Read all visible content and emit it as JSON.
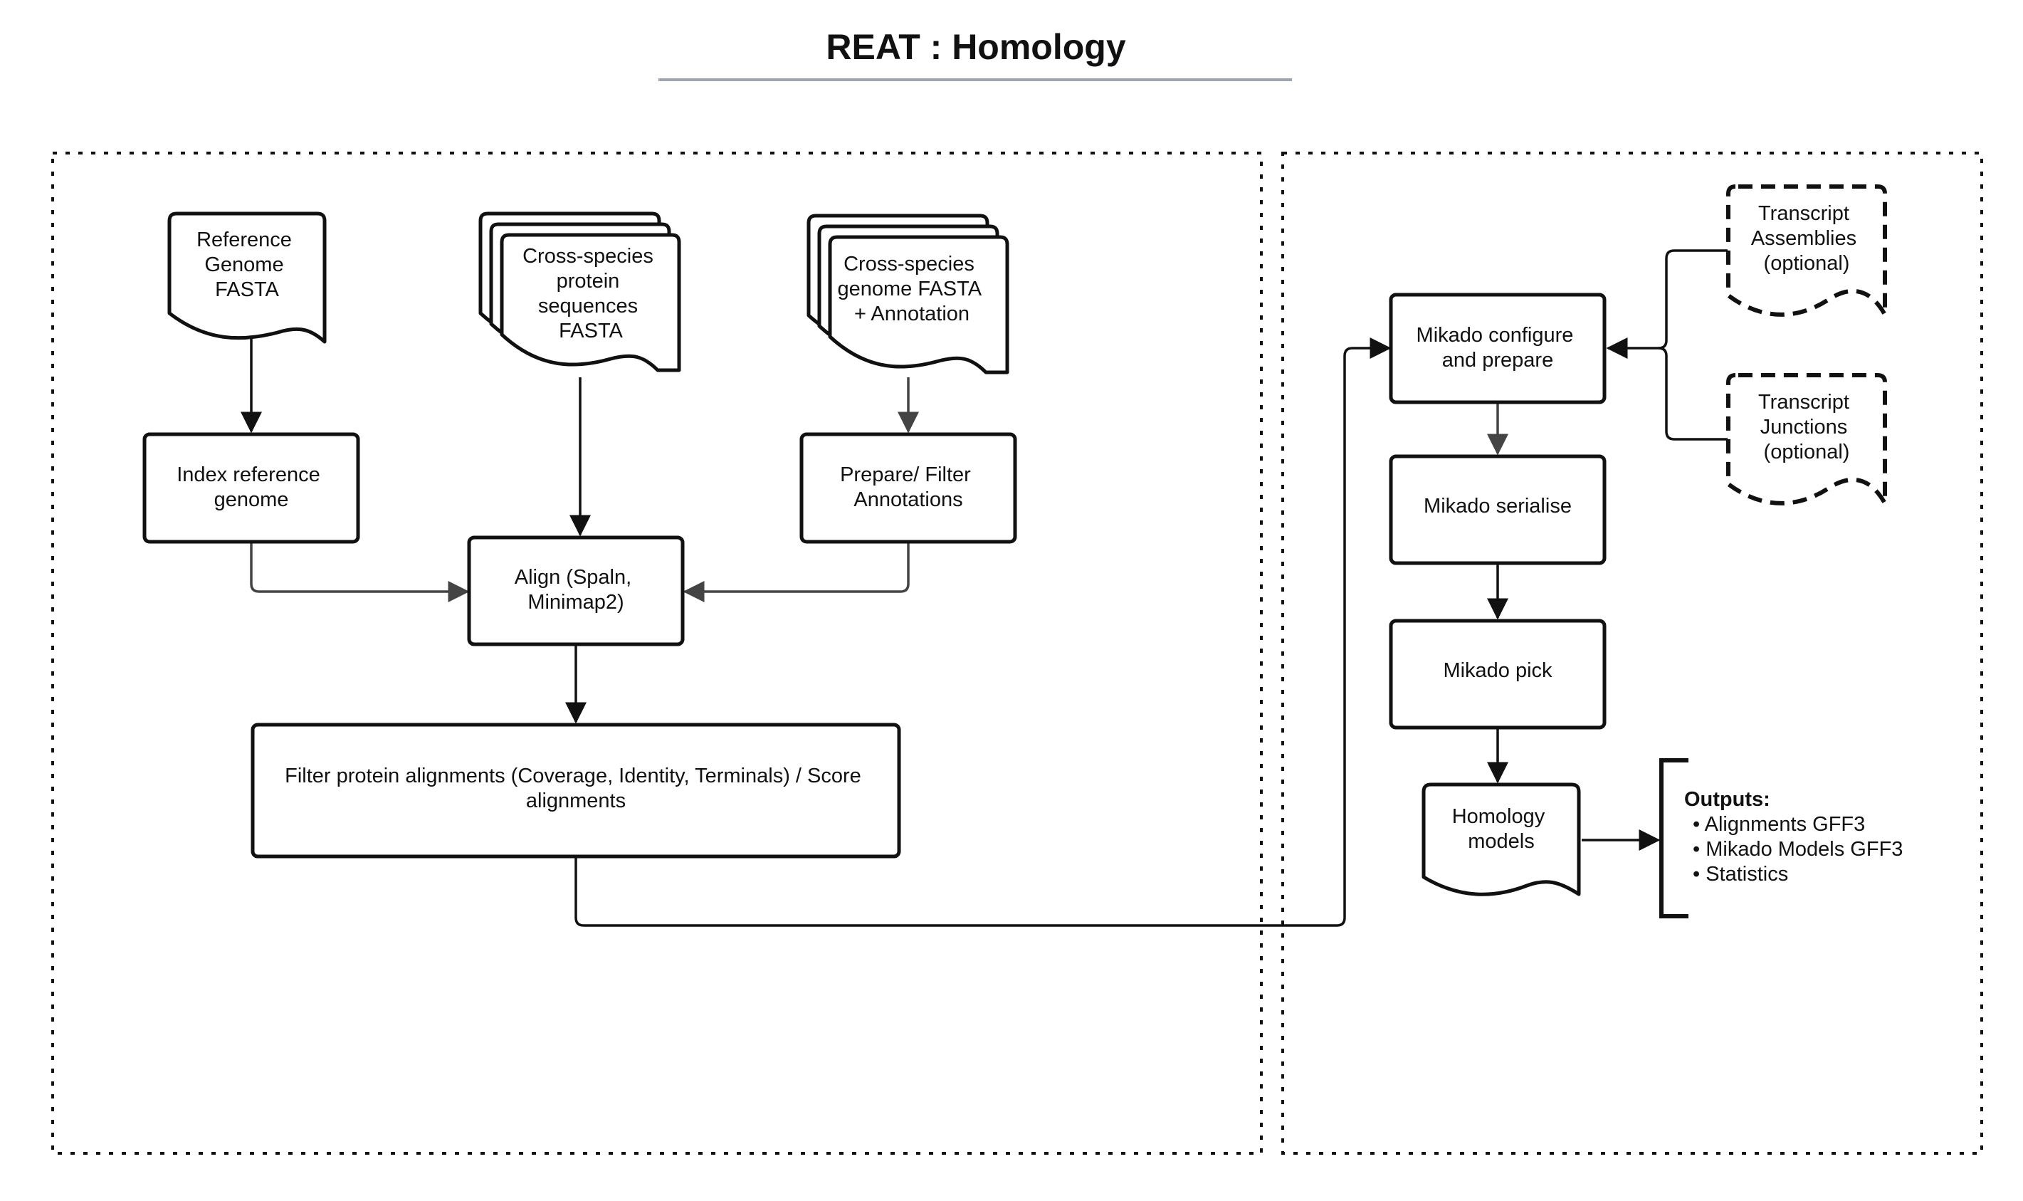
{
  "title": "REAT : Homology",
  "nodes": {
    "reference_genome": [
      "Reference",
      "Genome",
      "FASTA"
    ],
    "protein_sequences": [
      "Cross-species",
      "protein",
      "sequences",
      "FASTA"
    ],
    "genome_annotation": [
      "Cross-species",
      "genome FASTA",
      "+ Annotation"
    ],
    "index_reference": [
      "Index reference",
      "genome"
    ],
    "prepare_filter": [
      "Prepare/ Filter",
      "Annotations"
    ],
    "align": [
      "Align (Spaln,",
      "Minimap2)"
    ],
    "filter_alignments": [
      "Filter protein alignments (Coverage, Identity, Terminals) / Score",
      "alignments"
    ],
    "mikado_configure": [
      "Mikado configure",
      "and prepare"
    ],
    "mikado_serialise": [
      "Mikado serialise"
    ],
    "mikado_pick": [
      "Mikado pick"
    ],
    "homology_models": [
      "Homology",
      "models"
    ],
    "transcript_assemblies": [
      "Transcript",
      "Assemblies",
      "(optional)"
    ],
    "transcript_junctions": [
      "Transcript",
      "Junctions",
      "(optional)"
    ]
  },
  "outputs": {
    "heading": "Outputs:",
    "items": [
      "Alignments GFF3",
      "Mikado Models GFF3",
      "Statistics"
    ]
  },
  "colors": {
    "stroke": "#111111",
    "grey_arrow": "#444444",
    "title_underline": "#9ea3ad"
  }
}
